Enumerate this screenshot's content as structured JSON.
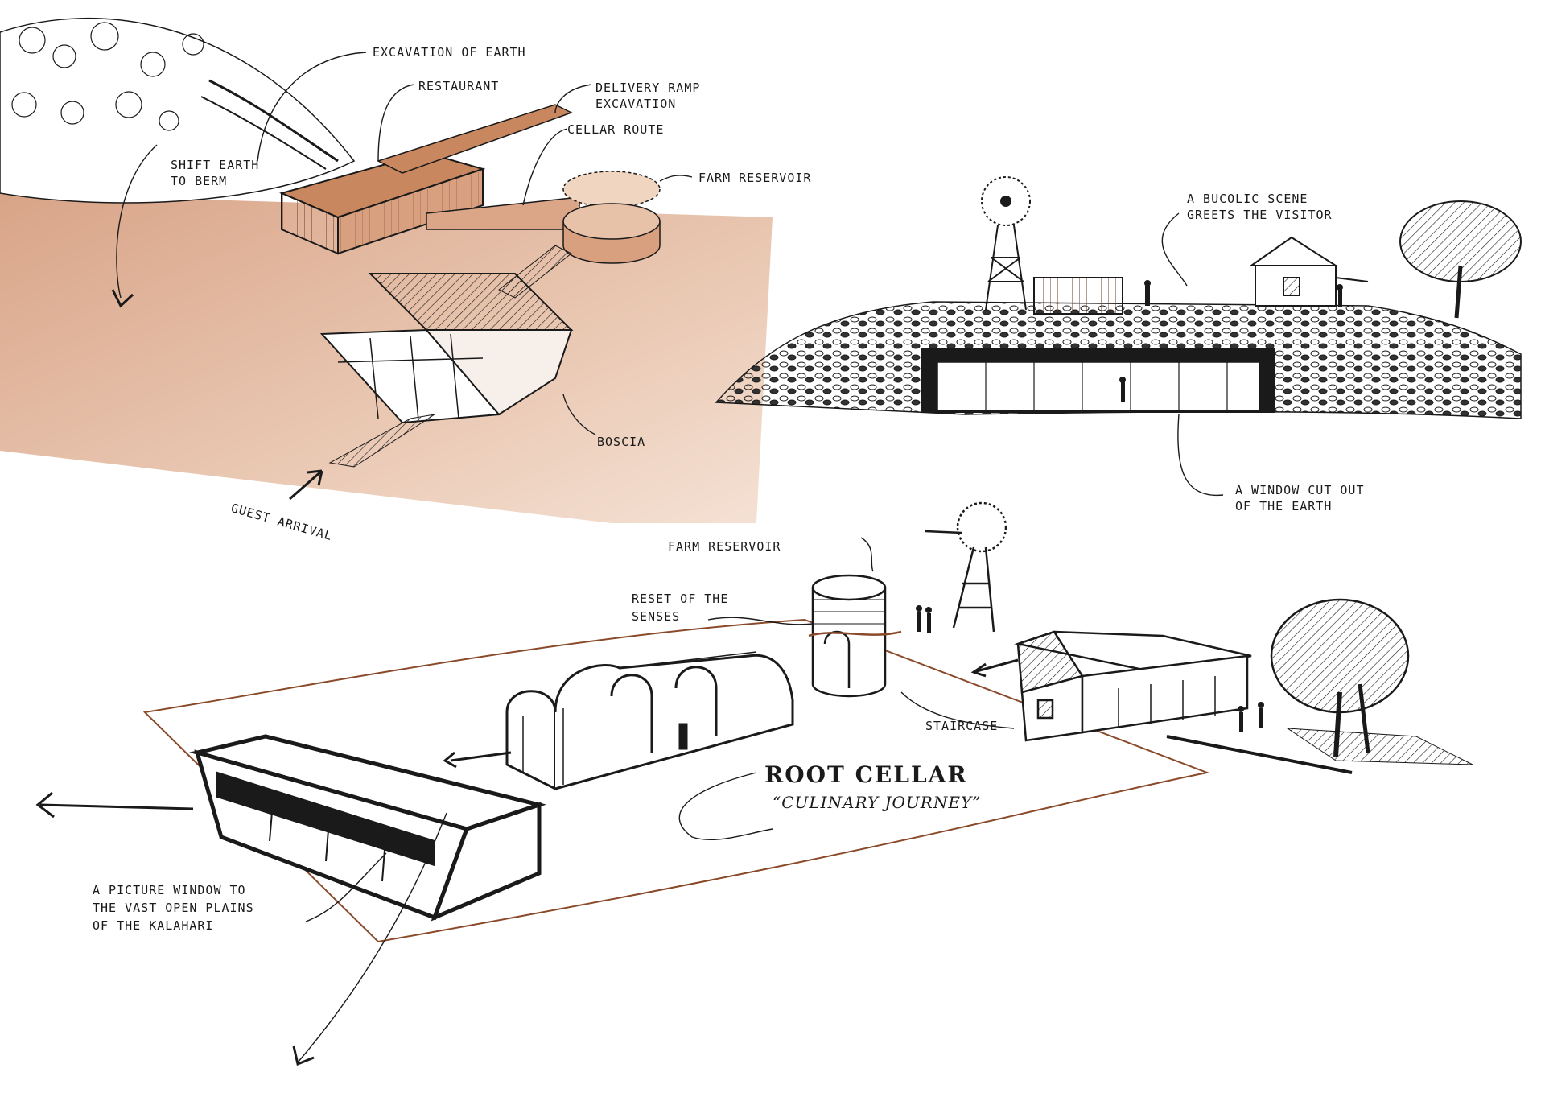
{
  "site_plan": {
    "excavation": "Excavation of earth",
    "restaurant": "Restaurant",
    "delivery_ramp_1": "Delivery ramp",
    "delivery_ramp_2": "excavation",
    "cellar_route": "Cellar route",
    "shift_earth_1": "Shift earth",
    "shift_earth_2": "to berm",
    "farm_reservoir": "Farm reservoir",
    "boscia": "Boscia",
    "guest_arrival": "Guest arrival"
  },
  "elevation": {
    "bucolic_1": "A bucolic scene",
    "bucolic_2": "greets the visitor",
    "window_1": "A window cut out",
    "window_2": "of the earth"
  },
  "perspective": {
    "farm_reservoir": "Farm reservoir",
    "reset_1": "Reset of the",
    "reset_2": "senses",
    "staircase": "Staircase",
    "root_cellar": "Root cellar",
    "culinary_journey": "“Culinary Journey”",
    "picture_1": "A picture window to",
    "picture_2": "the vast open plains",
    "picture_3": "of the Kalahari"
  },
  "colors": {
    "ink": "#1a1a1a",
    "earth": "#d9a98a",
    "earth_dark": "#c9875f",
    "route_line": "#8a4a2a"
  }
}
